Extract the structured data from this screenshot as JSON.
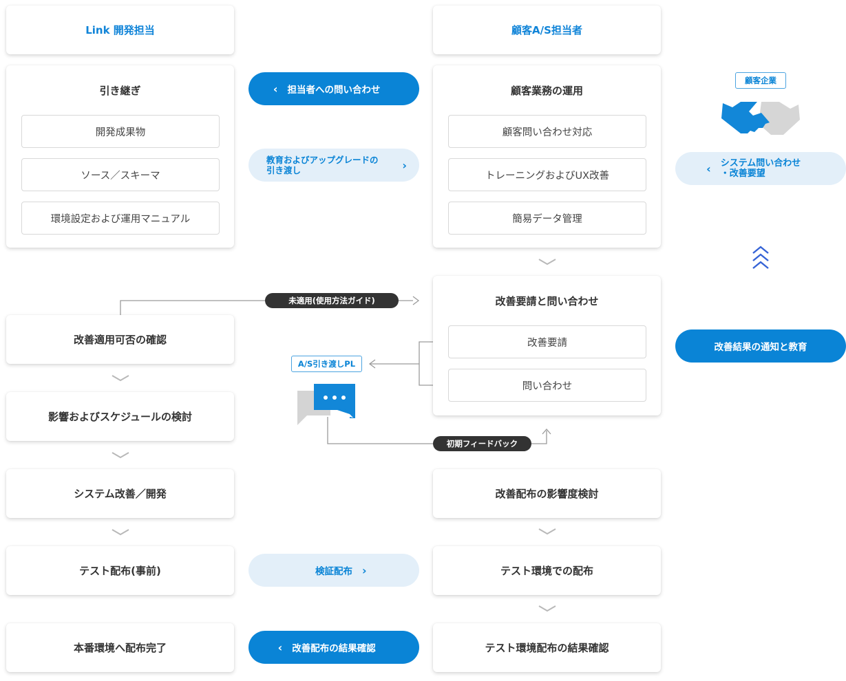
{
  "headers": {
    "link_dev": "Link 開発担当",
    "customer_as": "顧客A/S担当者"
  },
  "handover": {
    "title": "引き継ぎ",
    "items": [
      "開発成果物",
      "ソース／スキーマ",
      "環境設定および運用マニュアル"
    ]
  },
  "operation": {
    "title": "顧客業務の運用",
    "items": [
      "顧客問い合わせ対応",
      "トレーニングおよびUX改善",
      "簡易データ管理"
    ]
  },
  "pills": {
    "inquiry_to_staff": "担当者への問い合わせ",
    "education_line1": "教育およびアップグレードの",
    "education_line2": "引き渡し",
    "system_inquiry_line1": "システム問い合わせ",
    "system_inquiry_line2": "・改善要望",
    "improvement_notice": "改善結果の通知と教育",
    "verification_deploy": "検証配布",
    "deploy_result": "改善配布の結果確認"
  },
  "customer_company": "顧客企業",
  "tags": {
    "not_applied": "未適用(使用方法ガイド)",
    "first_feedback": "初期フィードバック",
    "as_handover_pl": "A/S引き渡しPL"
  },
  "request": {
    "title": "改善要請と問い合わせ",
    "items": [
      "改善要請",
      "問い合わせ"
    ]
  },
  "left_flow": [
    "改善適用可否の確認",
    "影響およびスケジュールの検討",
    "システム改善／開発",
    "テスト配布(事前)",
    "本番環境へ配布完了"
  ],
  "right_flow": [
    "改善配布の影響度検討",
    "テスト環境での配布",
    "テスト環境配布の結果確認"
  ],
  "icons": {
    "chevron_left": "chevron-left-icon",
    "chevron_right": "chevron-right-icon",
    "chevron_down": "chevron-down-icon",
    "double_chevron_up": "double-chevron-up-icon",
    "handshake": "handshake-icon",
    "chat": "chat-bubble-icon"
  },
  "colors": {
    "accent": "#0a84d6",
    "accent_light": "#e3eff9",
    "tag_dark": "#333333"
  }
}
